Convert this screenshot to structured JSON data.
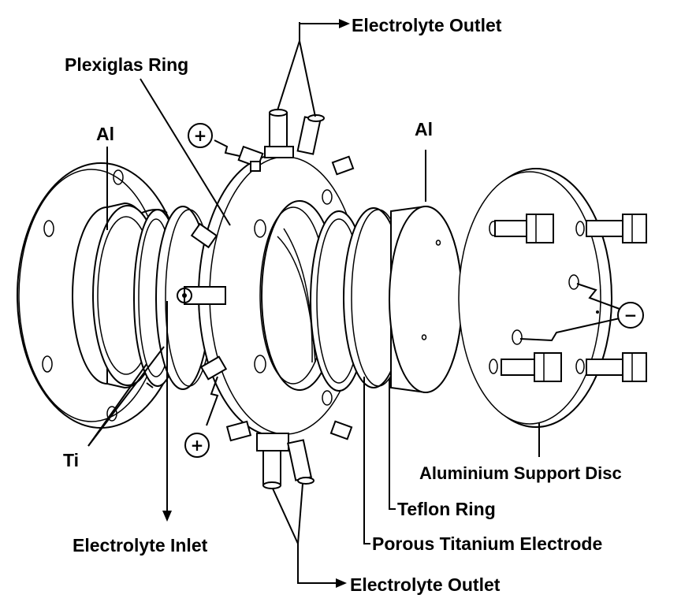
{
  "diagram": {
    "labels": {
      "electrolyte_outlet_top": "Electrolyte Outlet",
      "plexiglas_ring": "Plexiglas Ring",
      "al_left": "Al",
      "al_right": "Al",
      "ti": "Ti",
      "electrolyte_inlet": "Electrolyte Inlet",
      "aluminium_support_disc": "Aluminium Support Disc",
      "teflon_ring": "Teflon Ring",
      "porous_titanium_electrode": "Porous Titanium Electrode",
      "electrolyte_outlet_bottom": "Electrolyte Outlet"
    },
    "symbols": {
      "plus_top": "+",
      "plus_bottom": "+",
      "minus": "−"
    }
  }
}
